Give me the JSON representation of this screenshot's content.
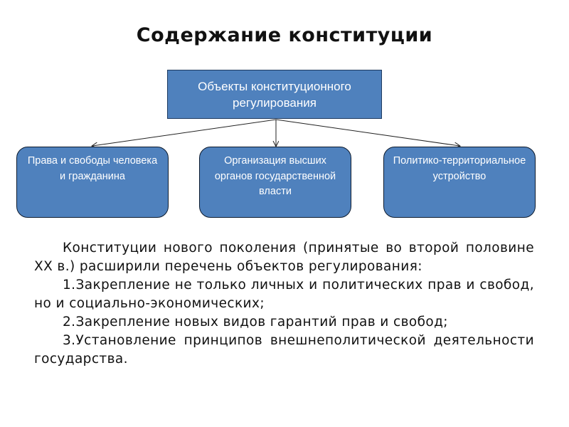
{
  "title": "Содержание конституции",
  "diagram": {
    "root": "Объекты конституционного регулирования",
    "children": [
      "Права и свободы человека и гражданина",
      "Организация высших органов государственной власти",
      "Политико-территориальное устройство"
    ],
    "box_color": "#4f81bd"
  },
  "body": {
    "intro": "Конституции нового поколения (принятые во второй половине XX в.) расширили перечень объектов регулирования:",
    "items": [
      "1.Закрепление не только личных и политических прав и свобод, но и социально-экономических;",
      "2.Закрепление новых видов гарантий прав и свобод;",
      "3.Установление принципов внешнеполитической деятельности государства."
    ]
  }
}
